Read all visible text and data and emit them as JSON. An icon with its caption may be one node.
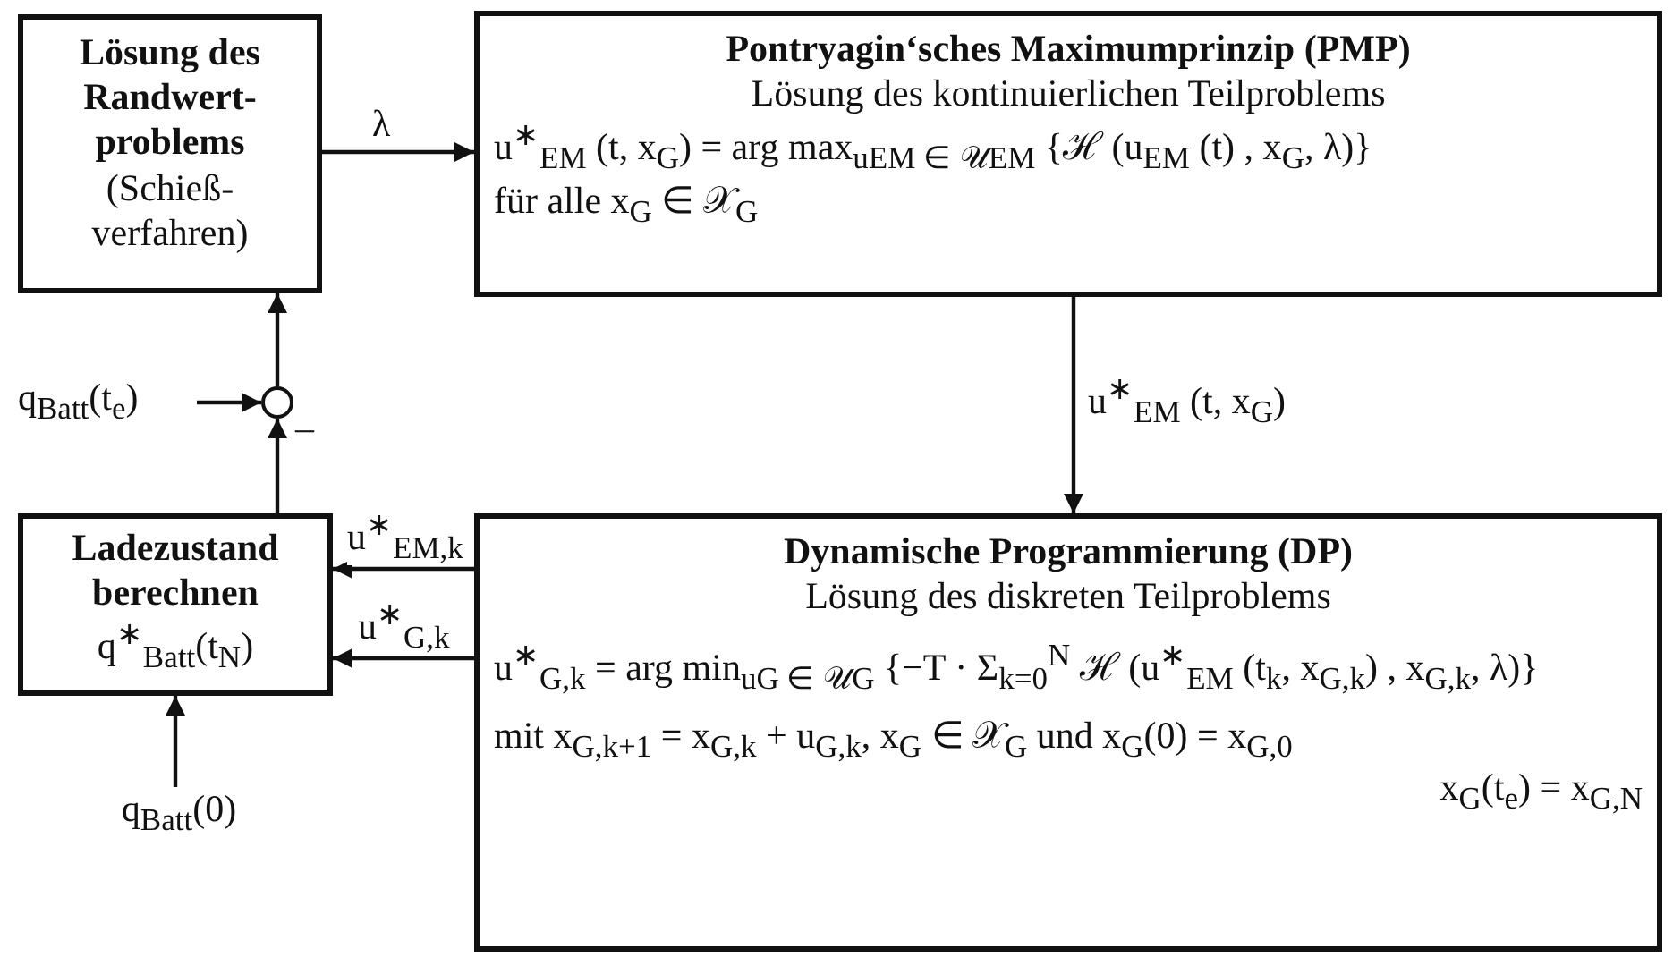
{
  "diagram": {
    "nodes": [
      {
        "text": [
          "Lösung des Randwert- problems",
          "(Schieß- verfahren)"
        ]
      },
      {
        "text": [
          "Pontryagin‘sches Maximumprinzip (PMP)",
          "Lösung des kontinuierlichen Teilproblems",
          "u$^{∗}$$_{EM}$ (t, x$_{G}$) = arg max$_{uEM ∈ 𝒰EM}$ {ℋ (u$_{EM}$ (t) , x$_{G}$, λ)}",
          "für alle x$_{G}$ ∈ 𝒳$_{G}$"
        ]
      },
      {
        "text": [],
        "shape": "circle",
        "beside": [
          "–"
        ]
      },
      {
        "text": [
          "q$_{Batt}$(t$_{e}$)"
        ]
      },
      {
        "text": [
          "Ladezustand berechnen",
          "q$^{∗}$$_{Batt}$(t$_{N}$)"
        ]
      },
      {
        "text": [
          "q$_{Batt}$(0)"
        ]
      },
      {
        "text": [
          "Dynamische Programmierung (DP)",
          "Lösung des diskreten Teilproblems",
          "u$^{∗}$$_{G,k}$ = arg min$_{uG ∈ 𝒰G}$ {−T · Σ$_{k=0}$$^{N}$ ℋ (u$^{∗}$$_{EM}$ (t$_{k}$, x$_{G,k}$) , x$_{G,k}$, λ)}",
          "mit x$_{G,k+1}$ = x$_{G,k}$ + u$_{G,k}$, x$_{G}$ ∈ 𝒳$_{G}$ und x$_{G}$(0) = x$_{G,0}$",
          "x$_{G}$(t$_{e}$) = x$_{G,N}$"
        ]
      }
    ],
    "edges": [
      {
        "from": 0,
        "to": 1,
        "arrow": "to",
        "label": "λ"
      },
      {
        "from": 1,
        "to": 6,
        "arrow": "to",
        "label": "u$^{∗}$$_{EM}$ (t, x$_{G}$)"
      },
      {
        "from": 6,
        "to": 4,
        "arrow": "to",
        "label": "u$^{∗}$$_{EM,k}$"
      },
      {
        "from": 6,
        "to": 4,
        "arrow": "to",
        "label": "u$^{∗}$$_{G,k}$"
      },
      {
        "from": 4,
        "to": 2,
        "arrow": "to"
      },
      {
        "from": 3,
        "to": 2,
        "arrow": "to"
      },
      {
        "from": 2,
        "to": 0,
        "arrow": "to"
      },
      {
        "from": 5,
        "to": 4,
        "arrow": "to"
      }
    ]
  }
}
